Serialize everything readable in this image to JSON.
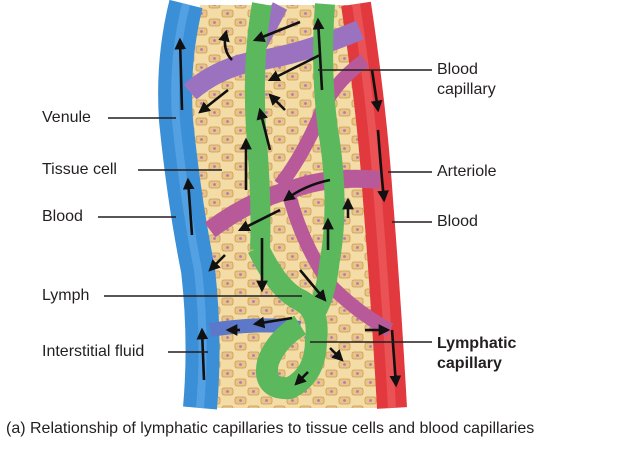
{
  "labels": {
    "venule": "Venule",
    "tissue_cell": "Tissue cell",
    "blood_left": "Blood",
    "lymph": "Lymph",
    "interstitial_fluid": "Interstitial fluid",
    "blood_capillary_line1": "Blood",
    "blood_capillary_line2": "capillary",
    "arteriole": "Arteriole",
    "blood_right": "Blood",
    "lymphatic_capillary_line1": "Lymphatic",
    "lymphatic_capillary_line2": "capillary"
  },
  "caption": "(a) Relationship of lymphatic capillaries to tissue cells and blood capillaries",
  "colors": {
    "venule": "#3a8fd6",
    "arteriole": "#e2393e",
    "capillary": "#b85a9a",
    "capillary_mid": "#9a72c0",
    "lymph": "#5cb85c",
    "tissue": "#e9c98c",
    "cell_nucleus": "#b07ab8",
    "arrows": "#111111"
  }
}
